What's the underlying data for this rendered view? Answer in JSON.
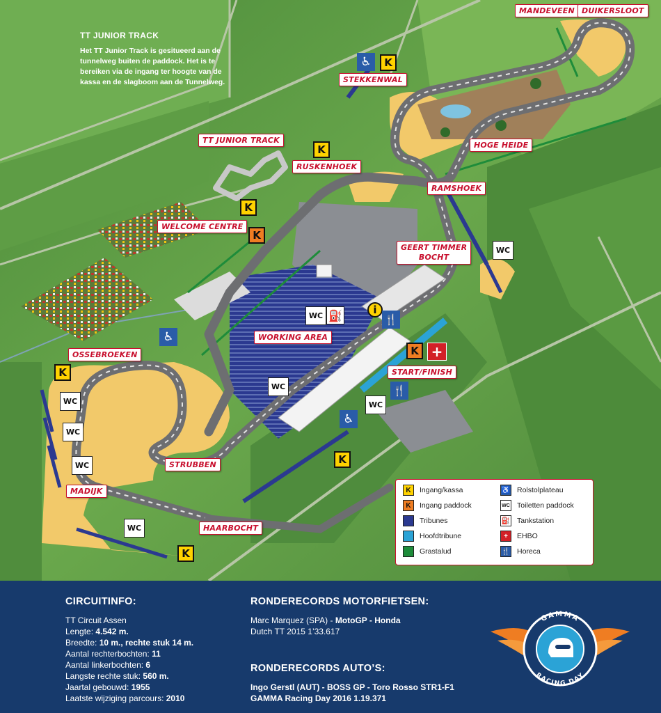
{
  "junior_track": {
    "heading": "TT JUNIOR TRACK",
    "text": "Het TT Junior Track is gesitueerd aan de tunnelweg buiten de paddock. Het is te bereiken via de ingang ter hoogte van de kassa en de slagboom aan de Tunnelweg."
  },
  "map_labels": {
    "mandeveen": "MANDEVEEN",
    "duikersloot": "DUIKERSLOOT",
    "stekkenwal": "STEKKENWAL",
    "tt_junior_track": "TT JUNIOR TRACK",
    "ruskenhoek": "RUSKENHOEK",
    "hoge_heide": "HOGE HEIDE",
    "ramshoek": "RAMSHOEK",
    "welcome_centre": "WELCOME CENTRE",
    "geert_timmer_1": "GEERT TIMMER",
    "geert_timmer_2": "BOCHT",
    "working_area": "WORKING AREA",
    "start_finish": "START/FINISH",
    "ossebroeken": "OSSEBROEKEN",
    "strubben": "STRUBBEN",
    "madijk": "MADIJK",
    "haarbocht": "HAARBOCHT"
  },
  "markers": {
    "k": "K",
    "wc": "WC",
    "info": "i",
    "cross": "+",
    "fuel": "⛽",
    "wheelchair": "♿",
    "food": "🍴"
  },
  "legend": {
    "items": [
      {
        "label": "Ingang/kassa",
        "swatch": "K",
        "color": "#ffd200",
        "icon": "k-yellow-icon"
      },
      {
        "label": "Ingang paddock",
        "swatch": "K",
        "color": "#ef7d22",
        "icon": "k-orange-icon"
      },
      {
        "label": "Tribunes",
        "swatch": "",
        "color": "#2b3990",
        "icon": "tribunes-swatch"
      },
      {
        "label": "Hoofdtribune",
        "swatch": "",
        "color": "#2ba3d6",
        "icon": "hoofdtribune-swatch"
      },
      {
        "label": "Grastalud",
        "swatch": "",
        "color": "#1e8c3a",
        "icon": "grastalud-swatch"
      },
      {
        "label": "Rolstolplateau",
        "swatch": "♿",
        "color": "#2a5ca8",
        "icon": "wheelchair-icon"
      },
      {
        "label": "Toiletten paddock",
        "swatch": "WC",
        "color": "#ffffff",
        "icon": "wc-icon"
      },
      {
        "label": "Tankstation",
        "swatch": "⛽",
        "color": "#ffffff",
        "icon": "fuel-icon"
      },
      {
        "label": "EHBO",
        "swatch": "+",
        "color": "#d32027",
        "icon": "first-aid-icon"
      },
      {
        "label": "Horeca",
        "swatch": "🍴",
        "color": "#2a5ca8",
        "icon": "food-icon"
      }
    ]
  },
  "circuitinfo": {
    "title": "CIRCUITINFO:",
    "name": "TT Circuit Assen",
    "rows": [
      {
        "label": "Lengte:",
        "value": "4.542 m."
      },
      {
        "label": "Breedte:",
        "value": "10 m., rechte stuk 14 m."
      },
      {
        "label": "Aantal rechterbochten:",
        "value": "11"
      },
      {
        "label": "Aantal linkerbochten:",
        "value": "6"
      },
      {
        "label": "Langste rechte stuk:",
        "value": "560 m."
      },
      {
        "label": "Jaartal gebouwd:",
        "value": "1955"
      },
      {
        "label": "Laatste wijziging parcours:",
        "value": "2010"
      }
    ]
  },
  "records_moto": {
    "title": "RONDERECORDS MOTORFIETSEN:",
    "line1_a": "Marc Marquez (SPA) - ",
    "line1_b": "MotoGP - Honda",
    "line2": "Dutch TT 2015   1’33.617"
  },
  "records_auto": {
    "title": "RONDERECORDS AUTO’S:",
    "line1": "Ingo Gerstl (AUT) - BOSS GP - Toro Rosso STR1-F1",
    "line2": "GAMMA Racing Day 2016  1.19.371"
  },
  "logo": {
    "top_text": "GAMMA",
    "bottom_text": "RACING DAY"
  },
  "colors": {
    "footer_bg": "#173a6c",
    "label_red": "#c8102e",
    "grass": "#5f9a45",
    "sand": "#f2c96a",
    "track": "#6d6e71"
  }
}
